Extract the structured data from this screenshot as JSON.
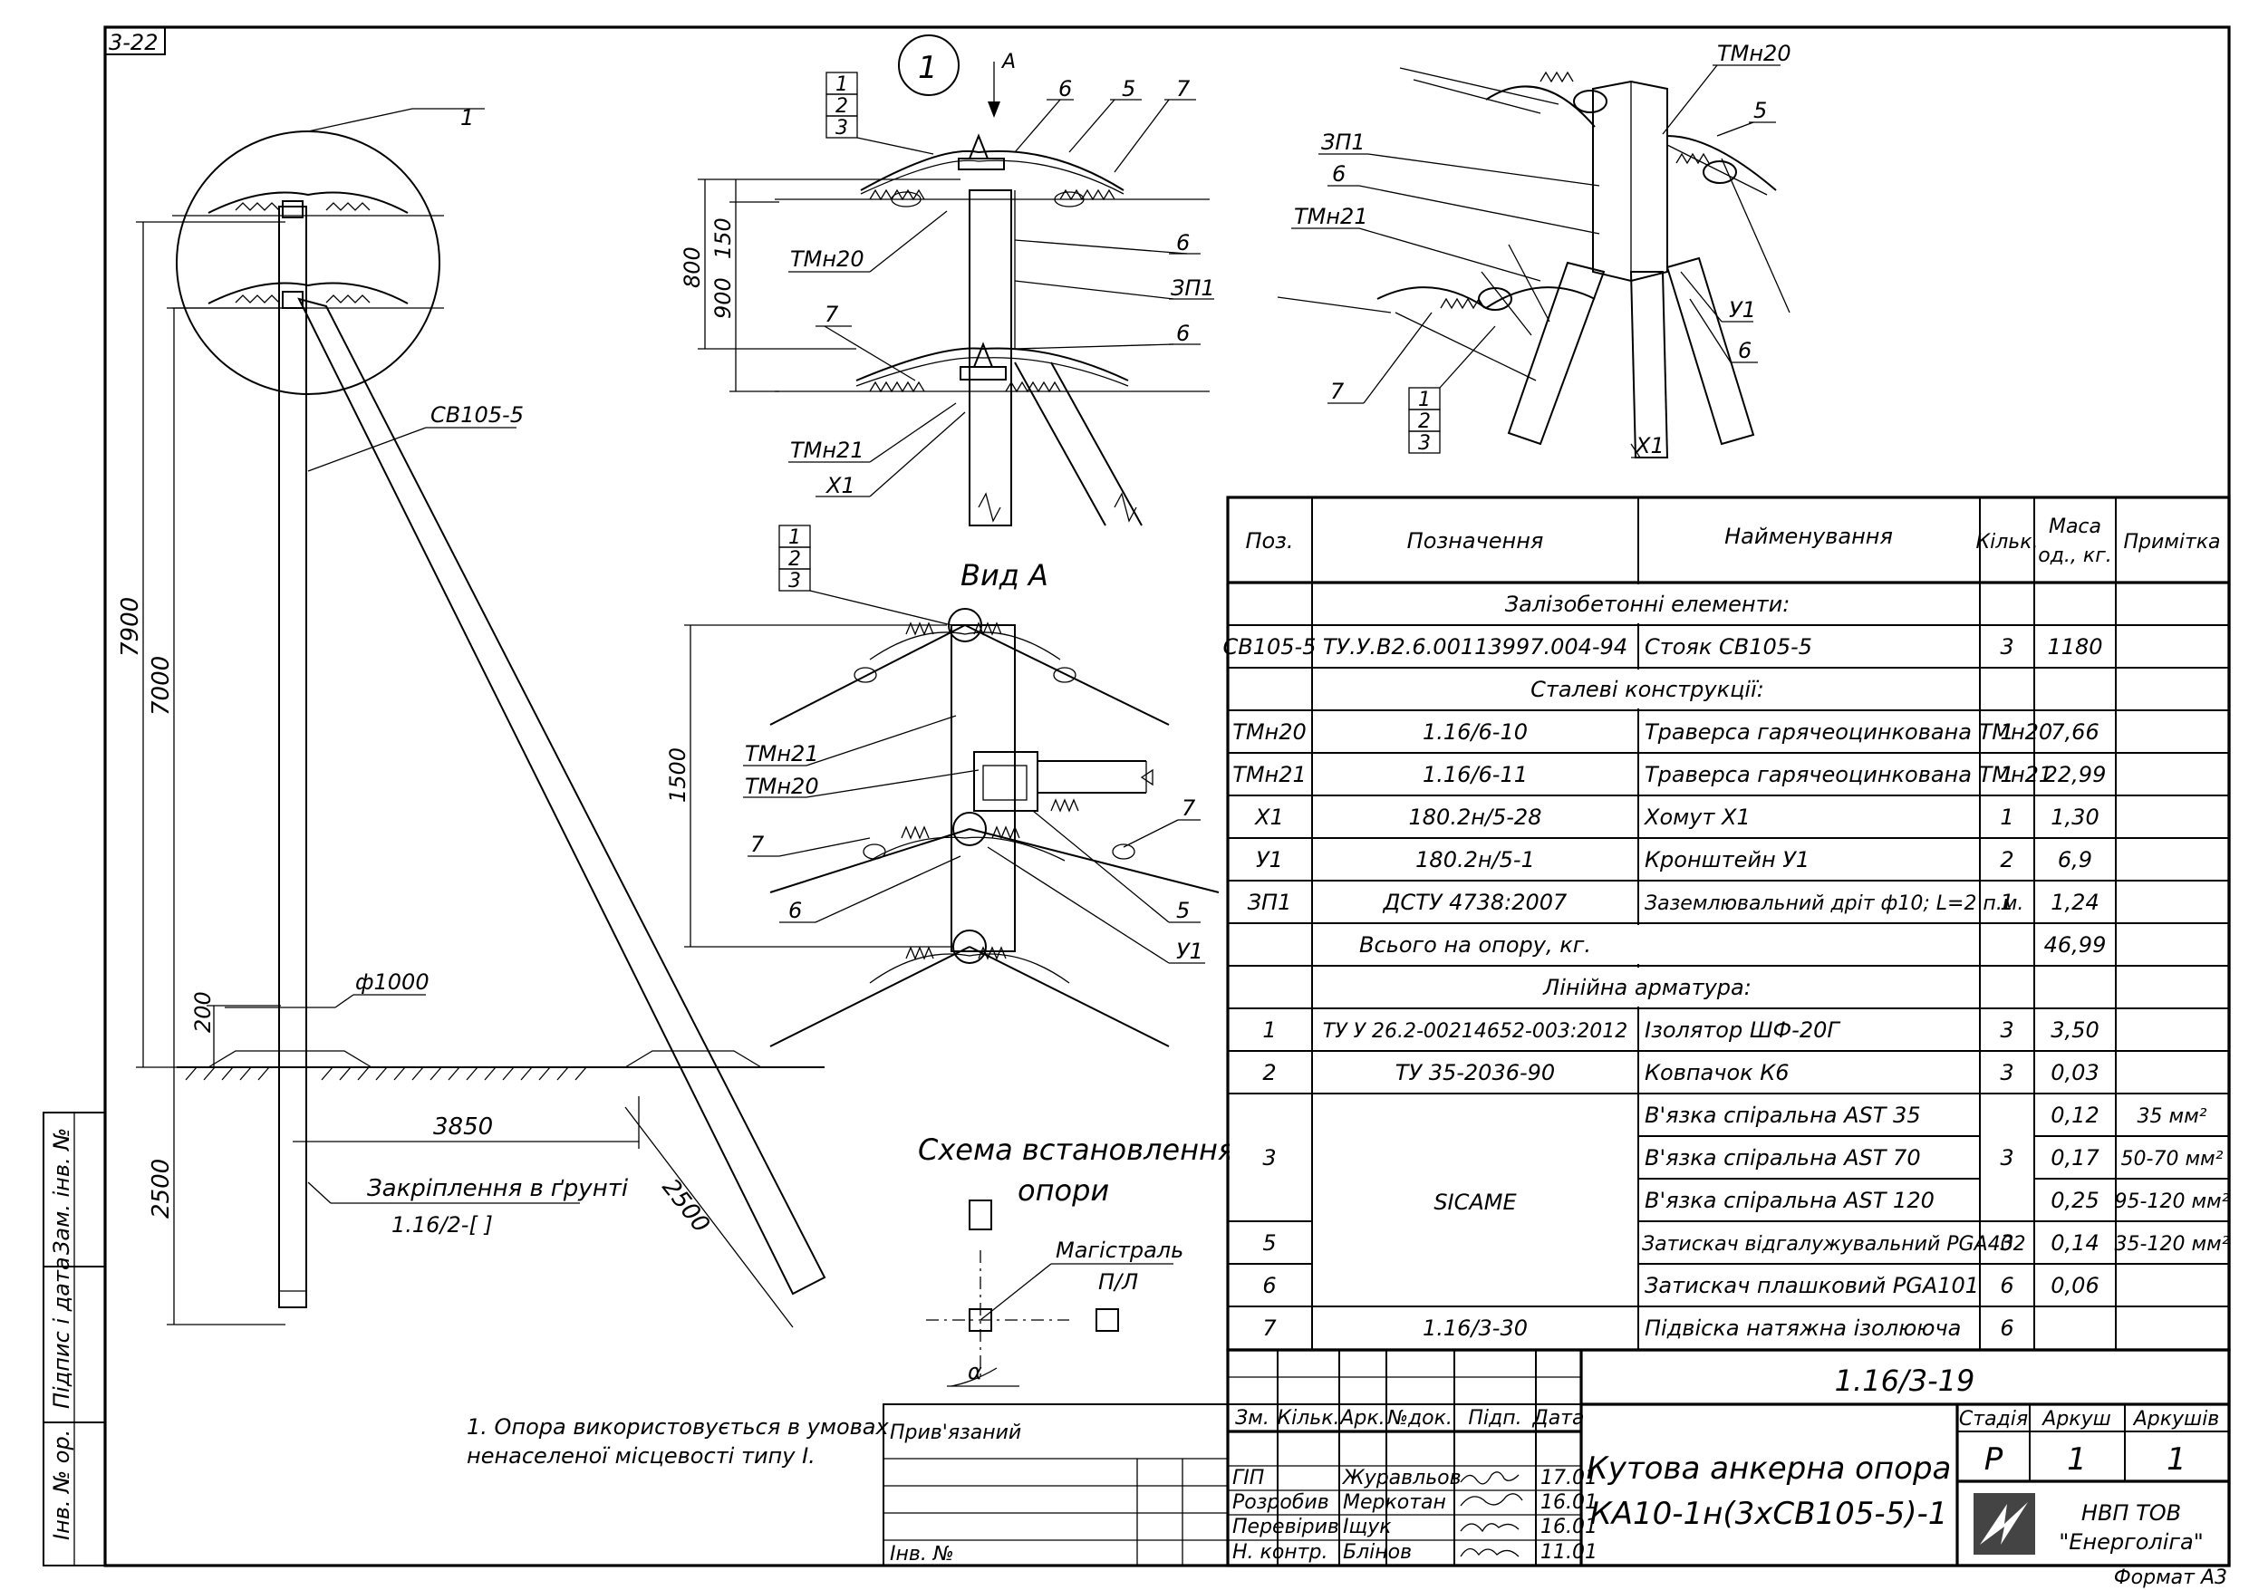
{
  "sheet": {
    "sheet_code": "3-22",
    "format": "Формат А3"
  },
  "left_strip": {
    "inv_orig": "Інв. № ор.",
    "sign_date": "Підпис і дата",
    "repl_inv": "Зам. інв. №"
  },
  "main_view": {
    "callout": "1",
    "pole_label": "СВ105-5",
    "dim_7900": "7900",
    "dim_7000": "7000",
    "dim_2500_v": "2500",
    "dim_200": "200",
    "dim_phi": "ф1000",
    "dim_3850": "3850",
    "dim_2500_d": "2500",
    "fix_title": "Закріплення в ґрунті",
    "fix_ref": "1.16/2-[     ]"
  },
  "detail1": {
    "num": "1",
    "arrow_label": "А",
    "stack": [
      "1",
      "2",
      "3"
    ],
    "labels": {
      "p6a": "6",
      "p5": "5",
      "p7a": "7",
      "tmn20": "ТМн20",
      "p6b": "6",
      "zp1": "ЗП1",
      "p7b": "7",
      "p6c": "6",
      "tmn21": "ТМн21",
      "x1": "Х1"
    },
    "dim_800": "800",
    "dim_150": "150",
    "dim_900": "900"
  },
  "view_a": {
    "title": "Вид А",
    "stack": [
      "1",
      "2",
      "3"
    ],
    "dim_1500": "1500",
    "labels": {
      "tmn21": "ТМн21",
      "tmn20": "ТМн20",
      "p7a": "7",
      "p6": "6",
      "p7b": "7",
      "p5": "5",
      "u1": "У1"
    }
  },
  "iso_view": {
    "labels": {
      "tmn20": "ТМн20",
      "p5": "5",
      "zp1": "ЗП1",
      "p6a": "6",
      "tmn21": "ТМн21",
      "u1": "У1",
      "p6b": "6",
      "p7": "7",
      "x1": "Х1"
    },
    "stack": [
      "1",
      "2",
      "3"
    ]
  },
  "scheme": {
    "title_l1": "Схема встановлення",
    "title_l2": "опори",
    "mag": "Магістраль",
    "pl": "П/Л",
    "alpha": "α"
  },
  "note": {
    "l1": "1. Опора використовується в умовах",
    "l2": "ненаселеної місцевості типу І."
  },
  "spec": {
    "headers": {
      "pos": "Поз.",
      "des": "Позначення",
      "name": "Найменування",
      "qty": "Кільк.",
      "mass_l1": "Маса",
      "mass_l2": "од., кг.",
      "note": "Примітка"
    },
    "sec_rc": "Залізобетонні елементи:",
    "sec_steel": "Сталеві конструкції:",
    "sec_fit": "Лінійна арматура:",
    "total": "Всього на опору, кг.",
    "total_val": "46,99",
    "sicame": "SICAME",
    "rows": [
      {
        "pos": "СВ105-5",
        "des": "ТУ.У.В2.6.00113997.004-94",
        "name": "Стояк СВ105-5",
        "qty": "3",
        "mass": "1180",
        "note": ""
      },
      {
        "pos": "ТМн20",
        "des": "1.16/6-10",
        "name": "Траверса гарячеоцинкована ТМн20",
        "qty": "1",
        "mass": "7,66",
        "note": ""
      },
      {
        "pos": "ТМн21",
        "des": "1.16/6-11",
        "name": "Траверса гарячеоцинкована ТМн21",
        "qty": "1",
        "mass": "22,99",
        "note": ""
      },
      {
        "pos": "Х1",
        "des": "180.2н/5-28",
        "name": "Хомут Х1",
        "qty": "1",
        "mass": "1,30",
        "note": ""
      },
      {
        "pos": "У1",
        "des": "180.2н/5-1",
        "name": "Кронштейн У1",
        "qty": "2",
        "mass": "6,9",
        "note": ""
      },
      {
        "pos": "ЗП1",
        "des": "ДСТУ 4738:2007",
        "name": "Заземлювальний дріт ф10; L=2 п.м.",
        "qty": "1",
        "mass": "1,24",
        "note": ""
      },
      {
        "pos": "1",
        "des": "ТУ У 26.2-00214652-003:2012",
        "name": "Ізолятор ШФ-20Г",
        "qty": "3",
        "mass": "3,50",
        "note": ""
      },
      {
        "pos": "2",
        "des": "ТУ 35-2036-90",
        "name": "Ковпачок К6",
        "qty": "3",
        "mass": "0,03",
        "note": ""
      },
      {
        "pos": "3",
        "des": "",
        "name": "В'язка спіральна AST 35",
        "qty": "3",
        "mass": "0,12",
        "note": "35 мм²"
      },
      {
        "pos": "",
        "des": "",
        "name": "В'язка спіральна AST 70",
        "qty": "",
        "mass": "0,17",
        "note": "50-70 мм²"
      },
      {
        "pos": "",
        "des": "",
        "name": "В'язка спіральна AST 120",
        "qty": "",
        "mass": "0,25",
        "note": "95-120 мм²"
      },
      {
        "pos": "5",
        "des": "",
        "name": "Затискач відгалужувальний PGA402",
        "qty": "3",
        "mass": "0,14",
        "note": "35-120 мм²"
      },
      {
        "pos": "6",
        "des": "",
        "name": "Затискач плашковий PGA101",
        "qty": "6",
        "mass": "0,06",
        "note": ""
      },
      {
        "pos": "7",
        "des": "1.16/3-30",
        "name": "Підвіска натяжна ізолююча",
        "qty": "6",
        "mass": "",
        "note": ""
      }
    ]
  },
  "title_block": {
    "doc_code": "1.16/3-19",
    "bound": "Прив'язаний",
    "inv_no": "Інв. №",
    "col_headers": {
      "zm": "Зм.",
      "kilk": "Кільк.",
      "ark": "Арк.",
      "ndoc": "№док.",
      "sign": "Підп.",
      "date": "Дата"
    },
    "people": [
      {
        "role": "ГІП",
        "name": "Журавльов",
        "date": "17.01"
      },
      {
        "role": "Розробив",
        "name": "Меркотан",
        "date": "16.01"
      },
      {
        "role": "Перевірив",
        "name": "Іщук",
        "date": "16.01"
      },
      {
        "role": "Н. контр.",
        "name": "Блінов",
        "date": "11.01"
      }
    ],
    "title_l1": "Кутова анкерна опора",
    "title_l2": "КА10-1н(3хСВ105-5)-1",
    "stage_h": "Стадія",
    "sheet_h": "Аркуш",
    "sheets_h": "Аркушів",
    "stage": "Р",
    "sheet": "1",
    "sheets": "1",
    "company_l1": "НВП ТОВ",
    "company_l2": "\"Енерголіга\""
  }
}
